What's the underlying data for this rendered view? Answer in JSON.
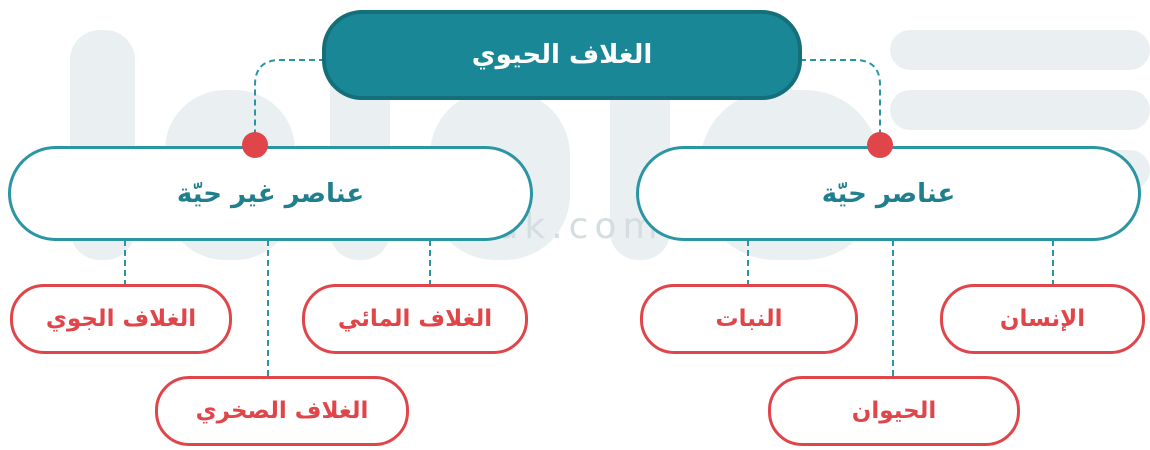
{
  "diagram": {
    "root": {
      "label": "الغلاف الحيوي"
    },
    "categories": [
      {
        "label": "عناصر غير حيّة",
        "children": [
          "الغلاف الجوي",
          "الغلاف المائي",
          "الغلاف الصخري"
        ]
      },
      {
        "label": "عناصر حيّة",
        "children": [
          "النبات",
          "الإنسان",
          "الحيوان"
        ]
      }
    ]
  },
  "watermark": {
    "text": "muealimuk.com"
  },
  "colors": {
    "teal": "#1a8796",
    "teal_border": "#2a95a3",
    "red": "#e0454a"
  }
}
